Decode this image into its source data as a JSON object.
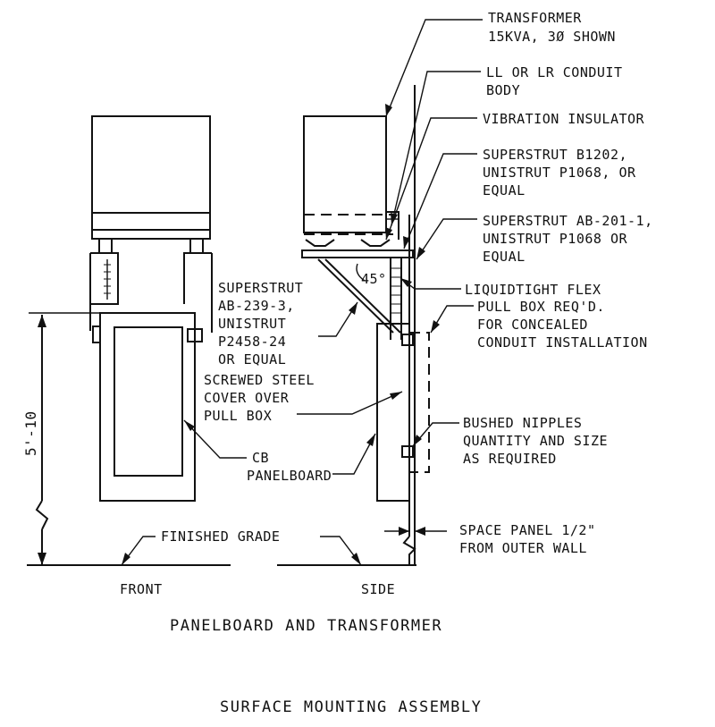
{
  "labels": {
    "transformer_1": "TRANSFORMER",
    "transformer_2": "15KVA, 3Ø SHOWN",
    "conduit_body_1": "LL OR LR CONDUIT",
    "conduit_body_2": "BODY",
    "vibration": "VIBRATION INSULATOR",
    "superstrut_b1202_1": "SUPERSTRUT B1202,",
    "superstrut_b1202_2": "UNISTRUT P1068, OR",
    "superstrut_b1202_3": "EQUAL",
    "superstrut_ab201_1": "SUPERSTRUT AB-201-1,",
    "superstrut_ab201_2": "UNISTRUT P1068 OR",
    "superstrut_ab201_3": "EQUAL",
    "angle": "45°",
    "liquidtight": "LIQUIDTIGHT FLEX",
    "superstrut_ab239_1": "SUPERSTRUT",
    "superstrut_ab239_2": "AB-239-3,",
    "superstrut_ab239_3": "UNISTRUT",
    "superstrut_ab239_4": "P2458-24",
    "superstrut_ab239_5": "OR EQUAL",
    "pull_box_1": "PULL BOX REQ'D.",
    "pull_box_2": "FOR CONCEALED",
    "pull_box_3": "CONDUIT INSTALLATION",
    "cover_1": "SCREWED STEEL",
    "cover_2": "COVER OVER",
    "cover_3": "PULL BOX",
    "nipples_1": "BUSHED NIPPLES",
    "nipples_2": "QUANTITY AND SIZE",
    "nipples_3": "AS REQUIRED",
    "cb": "CB",
    "panelboard": "PANELBOARD",
    "height": "5'-10",
    "finished_grade": "FINISHED GRADE",
    "space_panel_1": "SPACE PANEL 1/2\"",
    "space_panel_2": "FROM OUTER WALL",
    "front": "FRONT",
    "side": "SIDE"
  },
  "titles": {
    "view_title": "PANELBOARD AND TRANSFORMER",
    "drawing_title": "SURFACE MOUNTING ASSEMBLY"
  }
}
